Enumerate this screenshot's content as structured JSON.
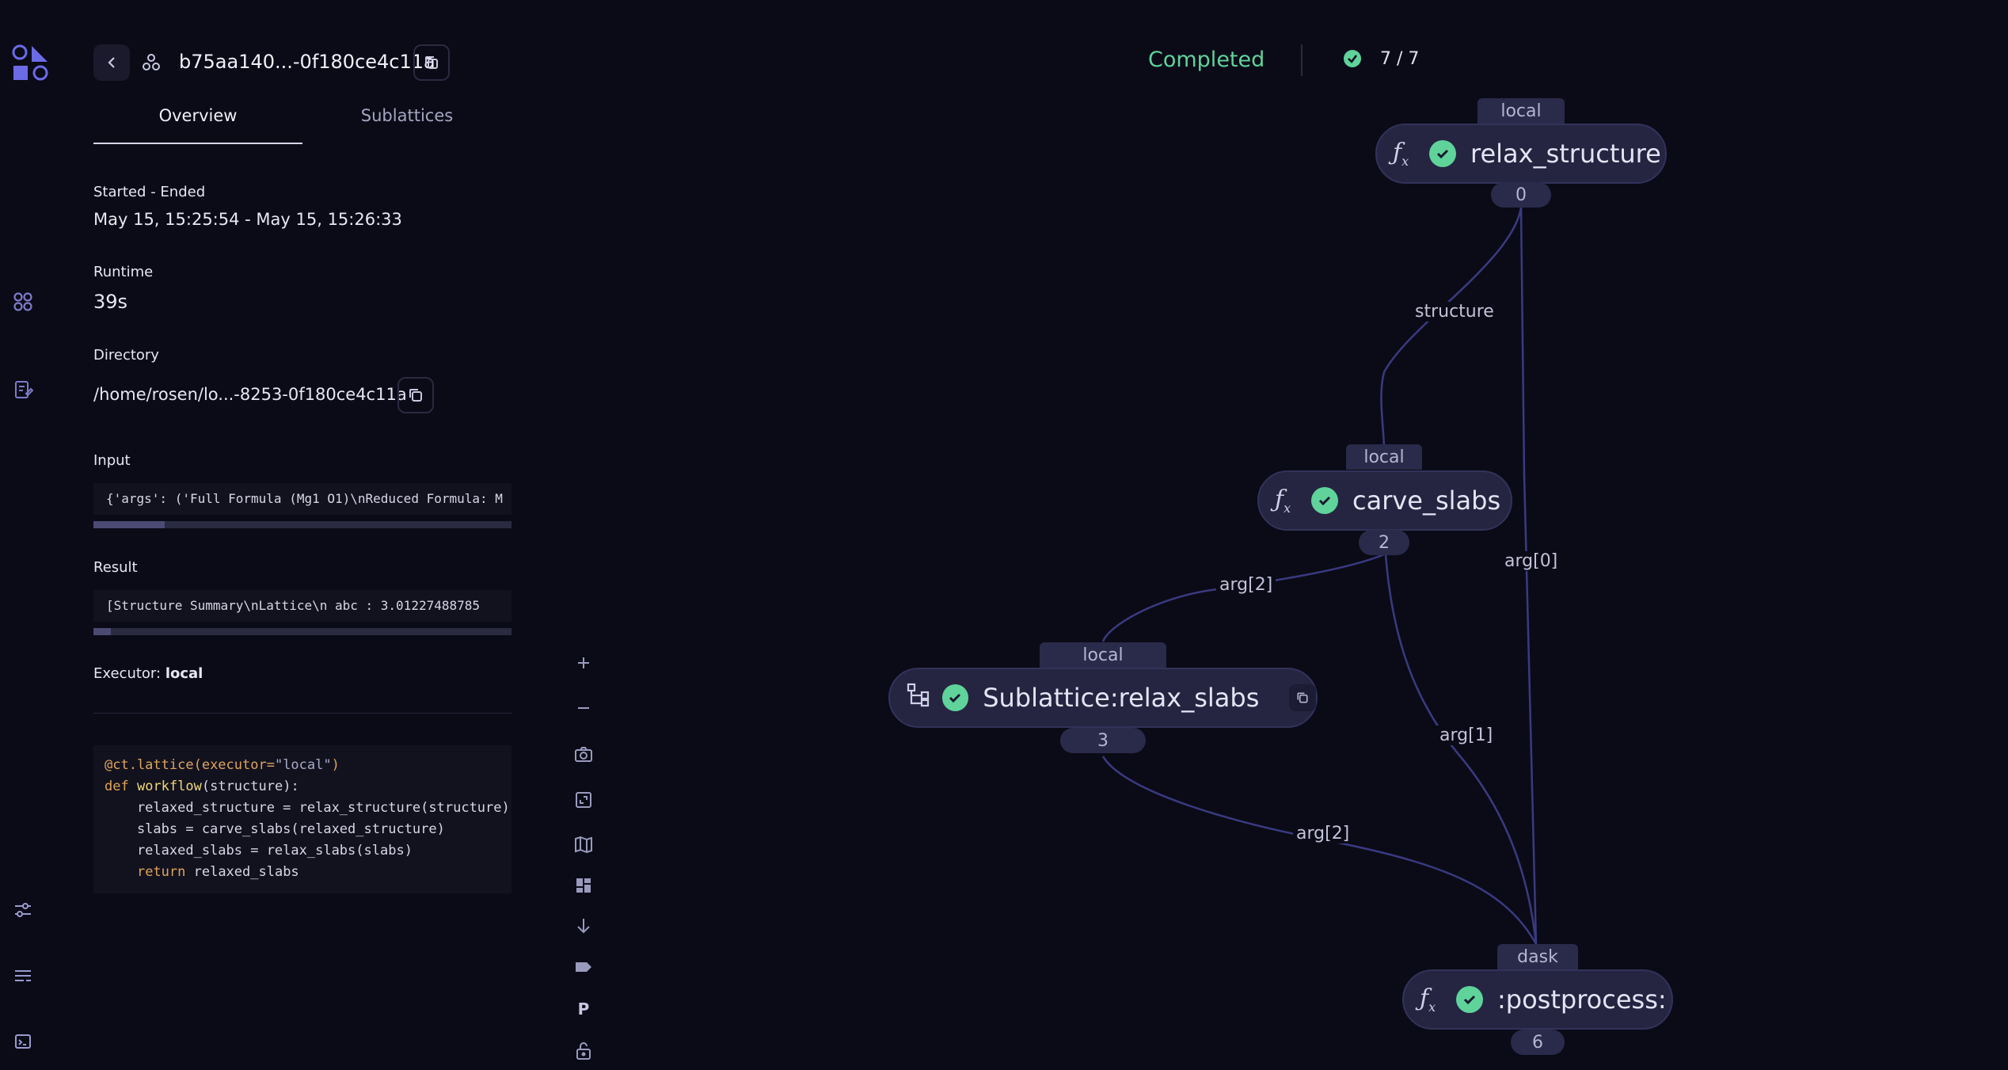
{
  "header": {
    "dispatch_id": "b75aa140...-0f180ce4c11a"
  },
  "tabs": [
    {
      "label": "Overview",
      "active": true
    },
    {
      "label": "Sublattices",
      "active": false
    }
  ],
  "overview": {
    "started_label": "Started - Ended",
    "started_value": "May 15, 15:25:54 - May 15, 15:26:33",
    "runtime_label": "Runtime",
    "runtime_value": "39s",
    "directory_label": "Directory",
    "directory_value": "/home/rosen/lo...-8253-0f180ce4c11a",
    "input_label": "Input",
    "input_value": "{'args': ('Full Formula (Mg1 O1)\\nReduced Formula: M",
    "result_label": "Result",
    "result_value": "[Structure Summary\\nLattice\\n    abc : 3.01227488785",
    "executor_label": "Executor:",
    "executor_value": "local"
  },
  "source": {
    "decorator": "@ct.lattice(",
    "decorator_arg": "executor=",
    "decorator_str": "\"local\"",
    "decorator_end": ")",
    "def_kw": "def",
    "fn_name": "workflow",
    "fn_sig": "(structure):",
    "line3": "    relaxed_structure = relax_structure(structure)",
    "line4": "    slabs = carve_slabs(relaxed_structure)",
    "line5": "    relaxed_slabs = relax_slabs(slabs)",
    "return_kw": "return",
    "return_val": " relaxed_slabs"
  },
  "status": {
    "label": "Completed",
    "progress": "7 / 7",
    "color": "#5fd39a"
  },
  "toolbar": {
    "p_label": "P"
  },
  "graph": {
    "nodes": [
      {
        "id": "relax_structure",
        "tag": "local",
        "name": "relax_structure",
        "num": "0",
        "icon": "function-icon"
      },
      {
        "id": "carve_slabs",
        "tag": "local",
        "name": "carve_slabs",
        "num": "2",
        "icon": "function-icon"
      },
      {
        "id": "sublattice",
        "tag": "local",
        "name": "Sublattice:relax_slabs",
        "num": "3",
        "icon": "sublattice-icon"
      },
      {
        "id": "postprocess",
        "tag": "dask",
        "name": ":postprocess:",
        "num": "6",
        "icon": "function-icon"
      }
    ],
    "edges": [
      {
        "label": "structure"
      },
      {
        "label": "arg[0]"
      },
      {
        "label": "arg[2]"
      },
      {
        "label": "arg[1]"
      },
      {
        "label": "arg[2]"
      }
    ]
  }
}
